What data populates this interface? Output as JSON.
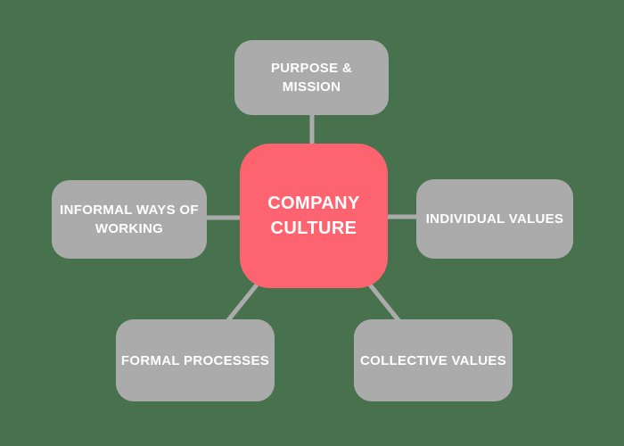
{
  "diagram": {
    "type": "mind-map",
    "center": {
      "id": "company-culture",
      "label": "COMPANY\nCULTURE"
    },
    "nodes": [
      {
        "id": "purpose-mission",
        "position": "top",
        "label": "PURPOSE &\nMISSION"
      },
      {
        "id": "informal-ways-of-working",
        "position": "left",
        "label": "INFORMAL WAYS OF\nWORKING"
      },
      {
        "id": "individual-values",
        "position": "right",
        "label": "INDIVIDUAL VALUES"
      },
      {
        "id": "formal-processes",
        "position": "bottom-left",
        "label": "FORMAL PROCESSES"
      },
      {
        "id": "collective-values",
        "position": "bottom-right",
        "label": "COLLECTIVE VALUES"
      }
    ],
    "connections": [
      {
        "from": "company-culture",
        "to": "purpose-mission"
      },
      {
        "from": "company-culture",
        "to": "informal-ways-of-working"
      },
      {
        "from": "company-culture",
        "to": "individual-values"
      },
      {
        "from": "company-culture",
        "to": "formal-processes"
      },
      {
        "from": "company-culture",
        "to": "collective-values"
      }
    ]
  },
  "colors": {
    "background": "#48714E",
    "center_node": "#FD6470",
    "branch_node": "#ABABAB",
    "connector": "#ABABAB",
    "text": "#FFFFFF"
  }
}
